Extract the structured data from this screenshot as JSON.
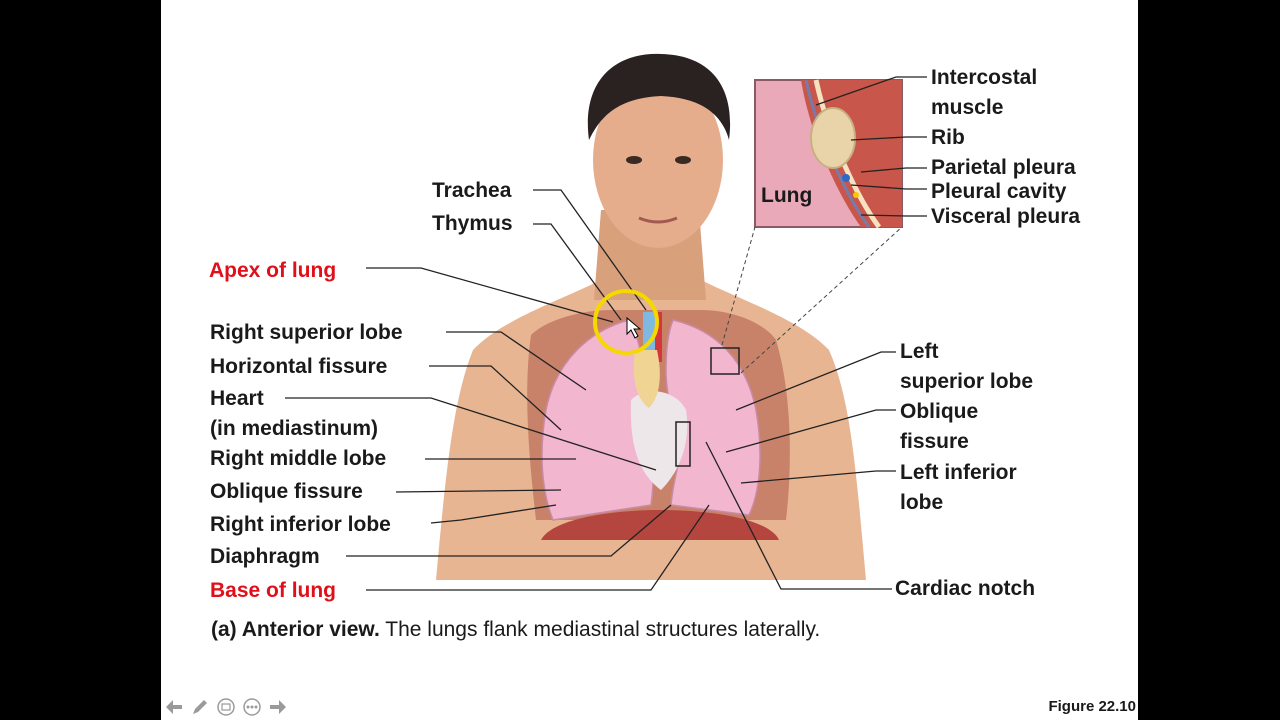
{
  "labels": {
    "trachea": "Trachea",
    "thymus": "Thymus",
    "apex": "Apex of lung",
    "right_superior": "Right superior lobe",
    "horizontal_fissure": "Horizontal fissure",
    "heart_line1": "Heart",
    "heart_line2": "(in mediastinum)",
    "right_middle": "Right middle lobe",
    "oblique_right": "Oblique fissure",
    "right_inferior": "Right inferior lobe",
    "diaphragm": "Diaphragm",
    "base": "Base of lung",
    "left_superior_1": "Left",
    "left_superior_2": "superior lobe",
    "oblique_left_1": "Oblique",
    "oblique_left_2": "fissure",
    "left_inferior_1": "Left inferior",
    "left_inferior_2": "lobe",
    "cardiac_notch": "Cardiac notch",
    "intercostal_1": "Intercostal",
    "intercostal_2": "muscle",
    "rib": "Rib",
    "parietal": "Parietal pleura",
    "pleural_cavity": "Pleural cavity",
    "visceral": "Visceral pleura",
    "inset_lung": "Lung"
  },
  "caption": {
    "prefix": "(a) Anterior view.",
    "text": " The lungs flank mediastinal structures laterally."
  },
  "figure_number": "Figure 22.10",
  "colors": {
    "highlight_red": "#e0101a",
    "lung_pink": "#f2b6cf",
    "skin": "#e8b592",
    "spotlight": "#f5d800"
  },
  "toolbar": {
    "icons": [
      "back-arrow-icon",
      "pen-icon",
      "slides-icon",
      "more-icon",
      "forward-arrow-icon"
    ]
  }
}
